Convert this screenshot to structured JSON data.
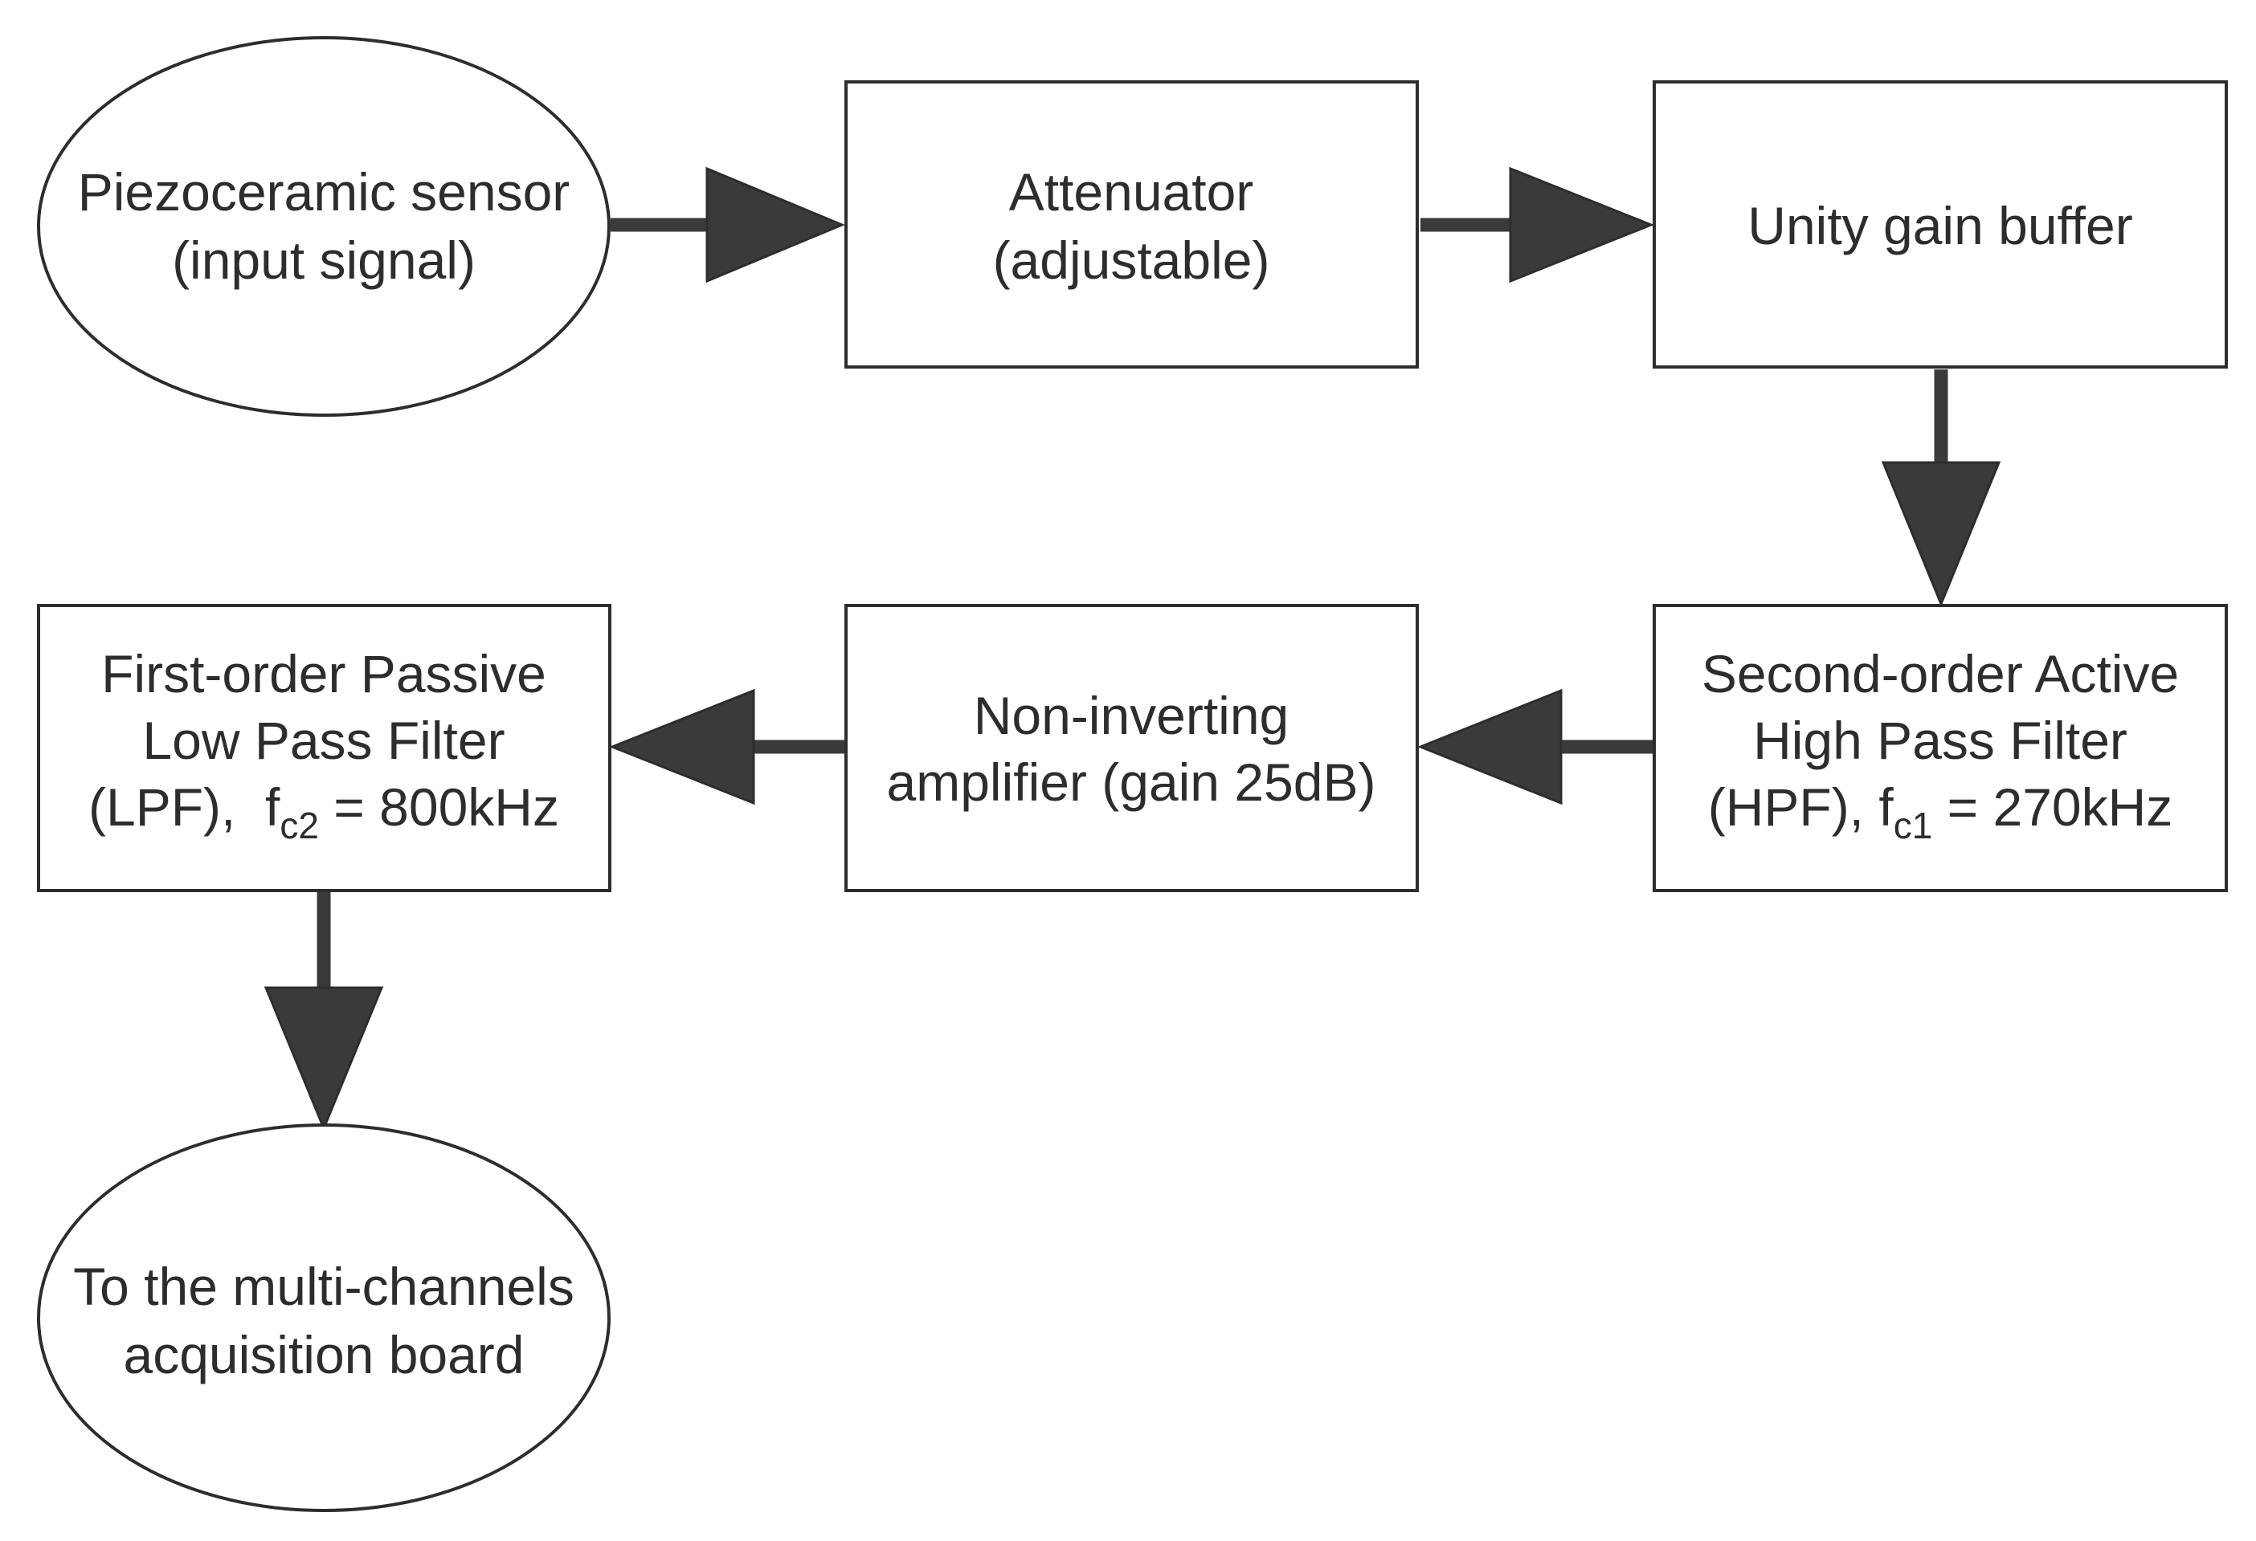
{
  "nodes": {
    "sensor": {
      "line1": "Piezoceramic sensor",
      "line2": "(input signal)"
    },
    "attenuator": {
      "line1": "Attenuator",
      "line2": "(adjustable)"
    },
    "buffer": {
      "line1": "Unity gain buffer"
    },
    "hpf": {
      "line1": "Second-order Active",
      "line2": "High Pass Filter",
      "line3_prefix": "(HPF), f",
      "line3_sub": "c1",
      "line3_suffix": " = 270kHz"
    },
    "amplifier": {
      "line1": "Non-inverting",
      "line2": "amplifier (gain 25dB)"
    },
    "lpf": {
      "line1": "First-order Passive",
      "line2": "Low Pass Filter",
      "line3_prefix": "(LPF),  f",
      "line3_sub": "c2",
      "line3_suffix": " = 800kHz"
    },
    "acquisition": {
      "line1": "To the multi-channels",
      "line2": "acquisition board"
    }
  },
  "edges": [
    {
      "from": "sensor",
      "to": "attenuator"
    },
    {
      "from": "attenuator",
      "to": "buffer"
    },
    {
      "from": "buffer",
      "to": "hpf"
    },
    {
      "from": "hpf",
      "to": "amplifier"
    },
    {
      "from": "amplifier",
      "to": "lpf"
    },
    {
      "from": "lpf",
      "to": "acquisition"
    }
  ],
  "colors": {
    "stroke": "#2d2d2d",
    "arrow": "#3a3a3a",
    "text": "#2d2d2d",
    "background": "#ffffff"
  }
}
